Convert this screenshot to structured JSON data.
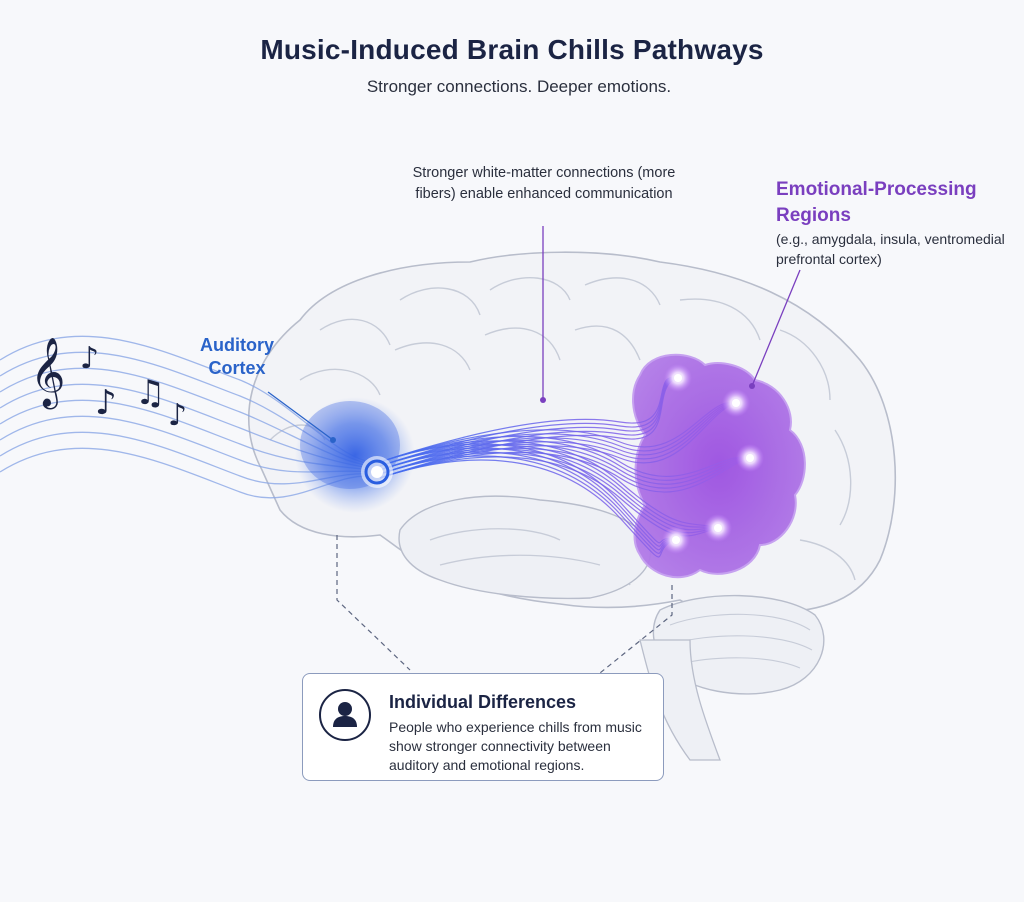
{
  "header": {
    "title": "Music-Induced Brain Chills Pathways",
    "subtitle": "Stronger connections. Deeper emotions."
  },
  "labels": {
    "auditory_cortex": "Auditory Cortex",
    "white_matter": "Stronger white-matter connections (more fibers) enable enhanced communication",
    "emotional_title": "Emotional-Processing Regions",
    "emotional_examples": "(e.g., amygdala, insula, ventromedial prefrontal cortex)"
  },
  "info_card": {
    "title": "Individual Differences",
    "body": "People who experience chills from music show stronger connectivity between auditory and emotional regions.",
    "icon": "person-icon"
  },
  "colors": {
    "auditory": "#2a63c9",
    "emotional": "#7a3fbf",
    "ink": "#1b2444",
    "fiber_start": "#3b6ef0",
    "fiber_end": "#a35ae6"
  },
  "icons": [
    "treble-clef-icon",
    "music-note-icon",
    "person-icon"
  ]
}
